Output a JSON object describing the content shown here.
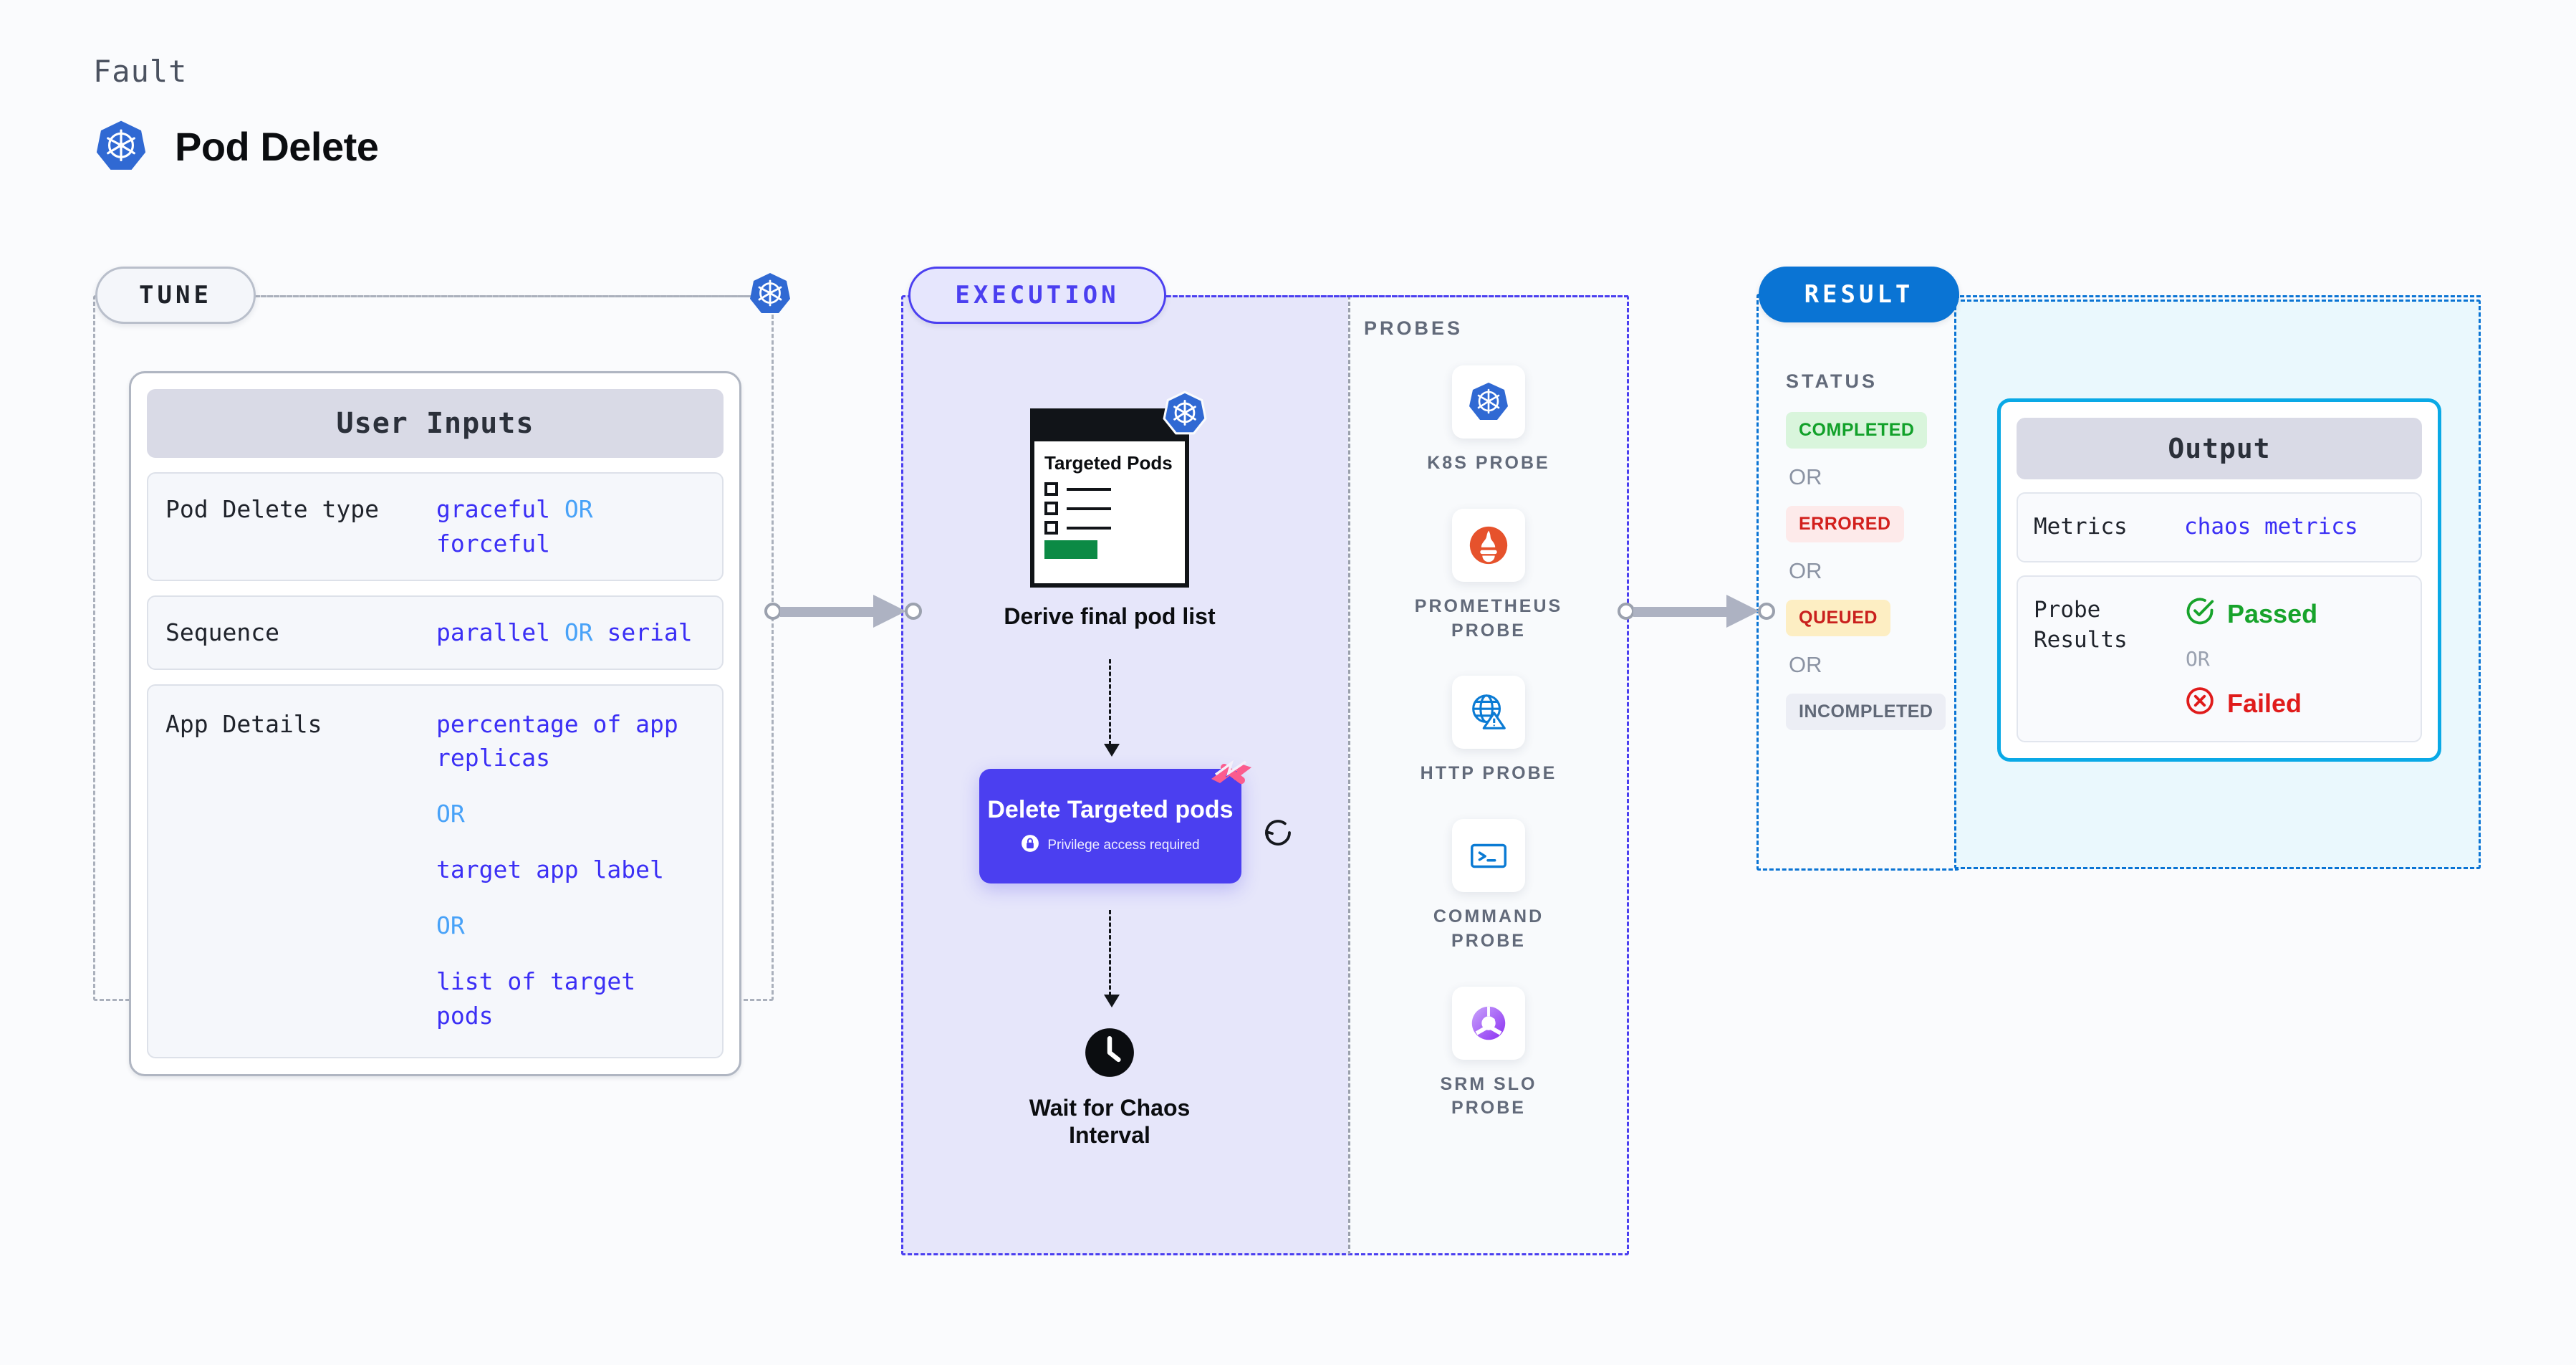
{
  "header": {
    "fault_label": "Fault",
    "fault_title": "Pod Delete",
    "fault_icon": "kubernetes-icon"
  },
  "colors": {
    "tune_accent": "#b9bfcb",
    "execution_accent": "#4b3ff0",
    "result_accent": "#0a74d4",
    "output_accent": "#0aa9e6",
    "value_text": "#3b2ff5",
    "or_text": "#48a2f8",
    "execution_fill": "#e6e6fa",
    "output_fill": "#eaf8fd",
    "harness_pink": "#fb5c8e",
    "k8s_blue": "#3069d3"
  },
  "tune": {
    "pill_label": "TUNE",
    "edge_icon": "kubernetes-icon",
    "card": {
      "title": "User Inputs",
      "rows": [
        {
          "key": "Pod Delete type",
          "values": [
            "graceful",
            "forceful"
          ],
          "separator": "OR",
          "layout": "inline"
        },
        {
          "key": "Sequence",
          "values": [
            "parallel",
            "serial"
          ],
          "separator": "OR",
          "layout": "inline"
        },
        {
          "key": "App Details",
          "values": [
            "percentage of app replicas",
            "target app label",
            "list of target pods"
          ],
          "separator": "OR",
          "layout": "stacked"
        }
      ]
    }
  },
  "execution": {
    "pill_label": "EXECUTION",
    "nodes": [
      {
        "id": "derive",
        "doc_title": "Targeted Pods",
        "caption": "Derive final pod list",
        "badge_icon": "kubernetes-icon",
        "checkbox_count": 3
      },
      {
        "id": "delete",
        "title": "Delete Targeted pods",
        "subtitle": "Privilege access required",
        "subtitle_icon": "lock-icon",
        "corner_icon": "harness-logo-icon",
        "side_icon": "refresh-icon"
      },
      {
        "id": "wait",
        "icon": "clock-icon",
        "caption": "Wait for Chaos Interval"
      }
    ]
  },
  "probes": {
    "title": "PROBES",
    "items": [
      {
        "label": "K8S PROBE",
        "icon": "kubernetes-icon"
      },
      {
        "label": "PROMETHEUS\nPROBE",
        "icon": "prometheus-icon"
      },
      {
        "label": "HTTP PROBE",
        "icon": "globe-warning-icon"
      },
      {
        "label": "COMMAND\nPROBE",
        "icon": "terminal-icon"
      },
      {
        "label": "SRM SLO\nPROBE",
        "icon": "srm-slo-icon"
      }
    ]
  },
  "result": {
    "pill_label": "RESULT",
    "status": {
      "title": "STATUS",
      "separator": "OR",
      "badges": [
        {
          "label": "COMPLETED",
          "bg": "#d9f5dc",
          "fg": "#12a12a"
        },
        {
          "label": "ERRORED",
          "bg": "#fdeaea",
          "fg": "#d2201d"
        },
        {
          "label": "QUEUED",
          "bg": "#fdeec3",
          "fg": "#c9201d"
        },
        {
          "label": "INCOMPLETED",
          "bg": "#eceef5",
          "fg": "#606877"
        }
      ]
    },
    "output": {
      "title": "Output",
      "metrics": {
        "key": "Metrics",
        "value": "chaos metrics"
      },
      "probe_results": {
        "key": "Probe Results",
        "separator": "OR",
        "pass": {
          "label": "Passed",
          "icon": "check-circle-icon",
          "color": "#17a32b"
        },
        "fail": {
          "label": "Failed",
          "icon": "x-circle-icon",
          "color": "#e01b1b"
        }
      }
    }
  }
}
